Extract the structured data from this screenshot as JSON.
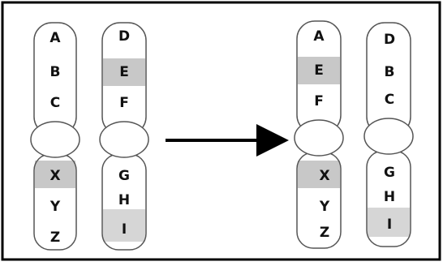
{
  "before": {
    "chromosome_1": {
      "upper_arm": [
        "A",
        "B",
        "C"
      ],
      "lower_arm": [
        "X",
        "Y",
        "Z"
      ],
      "shaded": [
        "X"
      ]
    },
    "chromosome_2": {
      "upper_arm": [
        "D",
        "E",
        "F"
      ],
      "lower_arm": [
        "G",
        "H",
        "I"
      ],
      "shaded": [
        "E",
        "I"
      ]
    }
  },
  "after": {
    "chromosome_1": {
      "upper_arm": [
        "A",
        "E",
        "F"
      ],
      "lower_arm": [
        "X",
        "Y",
        "Z"
      ],
      "shaded": [
        "E",
        "X"
      ]
    },
    "chromosome_2": {
      "upper_arm": [
        "D",
        "B",
        "C"
      ],
      "lower_arm": [
        "G",
        "H",
        "I"
      ],
      "shaded": [
        "I"
      ]
    }
  },
  "colors": {
    "border": "#000000",
    "outline": "#555555",
    "band_shade": "#c8c8c8",
    "arrow": "#000000"
  },
  "icons": {
    "arrow": "right-arrow"
  }
}
